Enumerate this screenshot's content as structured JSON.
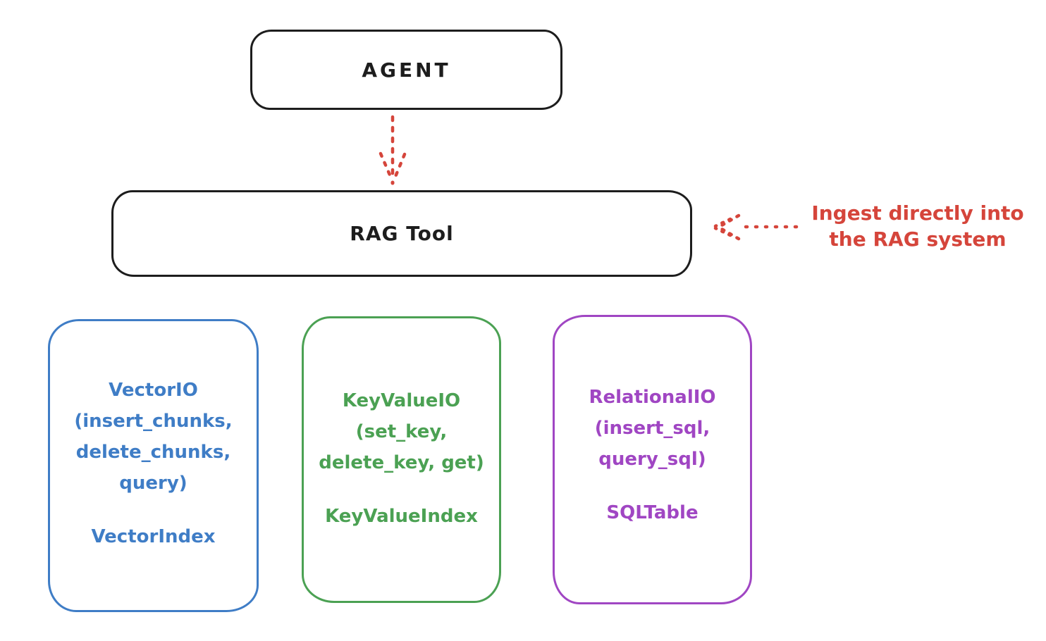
{
  "canvas": {
    "background": "#ffffff",
    "ink_color": "#1d1d1d",
    "accent_red": "#d5453b"
  },
  "agent_node": {
    "label": "AGENT"
  },
  "rag_tool_node": {
    "label": "RAG Tool"
  },
  "annotation": {
    "line1": "Ingest directly into",
    "line2": "the RAG system",
    "color": "#d5453b"
  },
  "arrows": [
    {
      "name": "agent-to-rag-tool",
      "style": "dotted",
      "direction": "down",
      "color": "#d5453b"
    },
    {
      "name": "annotation-to-rag-tool",
      "style": "dotted",
      "direction": "left",
      "color": "#d5453b"
    }
  ],
  "storage_boxes": [
    {
      "id": "vector-io",
      "color": "#3f7dc6",
      "interface_lines": [
        "VectorIO",
        "(insert_chunks,",
        "delete_chunks,",
        "query)"
      ],
      "index_label": "VectorIndex"
    },
    {
      "id": "keyvalue-io",
      "color": "#4ba153",
      "interface_lines": [
        "KeyValueIO",
        "(set_key,",
        "delete_key, get)"
      ],
      "index_label": "KeyValueIndex"
    },
    {
      "id": "relational-io",
      "color": "#a046c3",
      "interface_lines": [
        "RelationalIO",
        "(insert_sql,",
        "query_sql)"
      ],
      "index_label": "SQLTable"
    }
  ]
}
